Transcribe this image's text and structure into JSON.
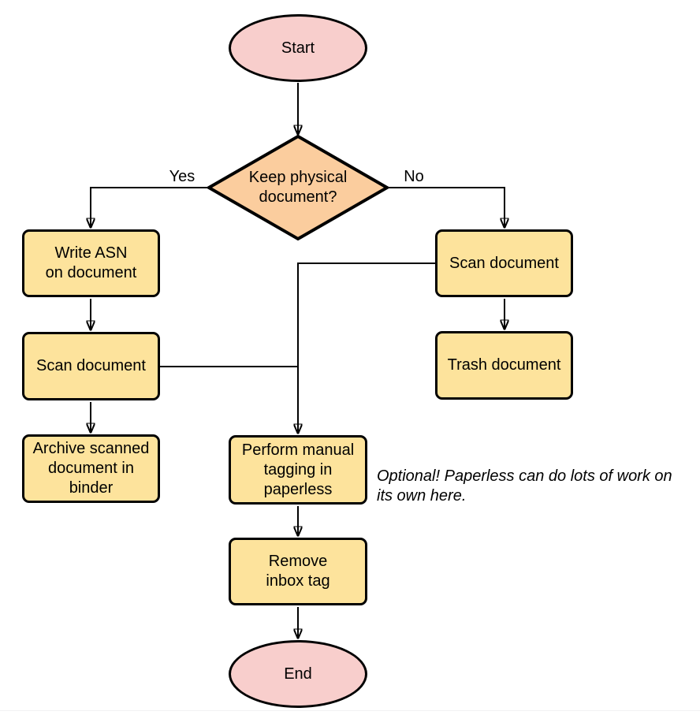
{
  "diagram": {
    "type": "flowchart",
    "nodes": {
      "start": {
        "label": "Start",
        "shape": "terminator"
      },
      "decision": {
        "label": "Keep physical\ndocument?",
        "shape": "decision"
      },
      "write_asn": {
        "label": "Write ASN\non document",
        "shape": "process"
      },
      "scan_left": {
        "label": "Scan document",
        "shape": "process"
      },
      "archive": {
        "label": "Archive scanned\ndocument in\nbinder",
        "shape": "process"
      },
      "scan_right": {
        "label": "Scan document",
        "shape": "process"
      },
      "trash": {
        "label": "Trash document",
        "shape": "process"
      },
      "tagging": {
        "label": "Perform manual\ntagging in\npaperless",
        "shape": "process"
      },
      "remove_inbox": {
        "label": "Remove\ninbox tag",
        "shape": "process"
      },
      "end": {
        "label": "End",
        "shape": "terminator"
      }
    },
    "edge_labels": {
      "yes": "Yes",
      "no": "No"
    },
    "edges": [
      {
        "from": "start",
        "to": "decision"
      },
      {
        "from": "decision",
        "to": "write_asn",
        "label": "Yes"
      },
      {
        "from": "decision",
        "to": "scan_right",
        "label": "No"
      },
      {
        "from": "write_asn",
        "to": "scan_left"
      },
      {
        "from": "scan_left",
        "to": "archive"
      },
      {
        "from": "scan_left",
        "to": "tagging"
      },
      {
        "from": "scan_right",
        "to": "trash"
      },
      {
        "from": "scan_right",
        "to": "tagging"
      },
      {
        "from": "tagging",
        "to": "remove_inbox"
      },
      {
        "from": "remove_inbox",
        "to": "end"
      }
    ],
    "annotation": "Optional! Paperless can do lots of work on\nits own here.",
    "colors": {
      "terminator-fill": "#F8CECC",
      "decision-fill": "#FBCD9E",
      "process-fill": "#FDE39C",
      "stroke": "#000000",
      "text": "#000000"
    }
  }
}
